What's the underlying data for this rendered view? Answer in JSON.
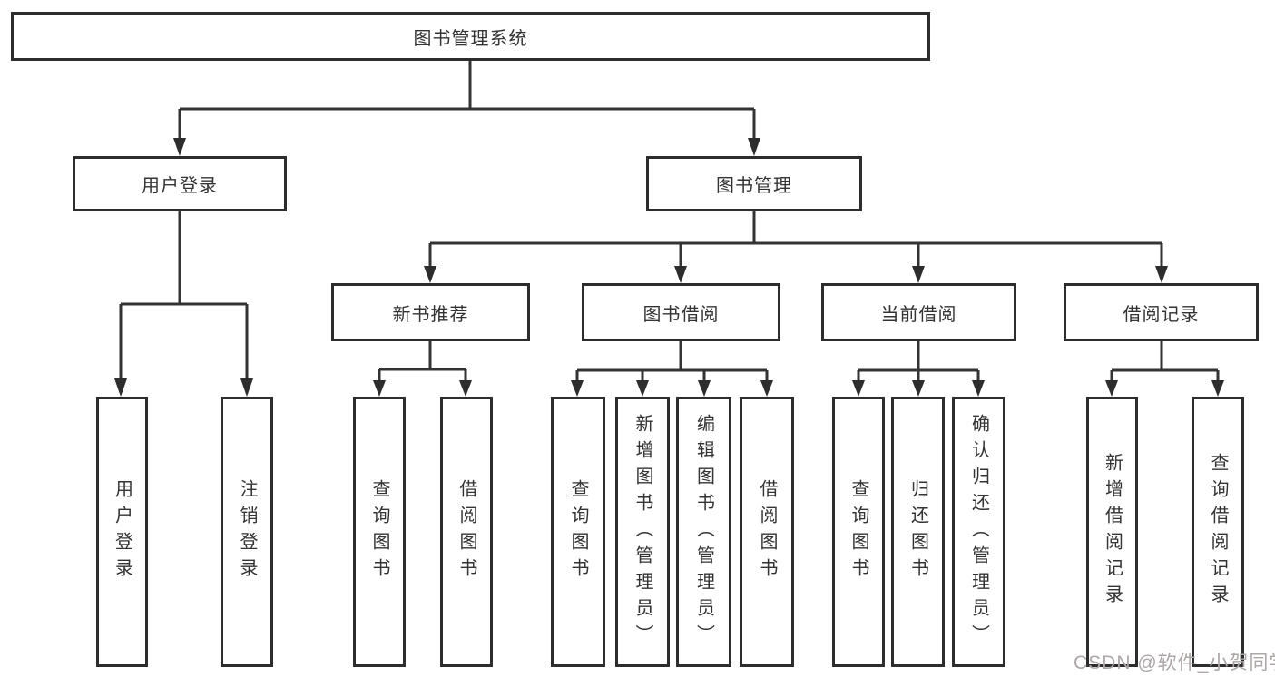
{
  "watermark": "CSDN @软件_小贺同学",
  "colors": {
    "line": "#333333",
    "box_border": "#2d2d2d",
    "text": "#333333",
    "watermark": "#ada7a7",
    "background": "#ffffff"
  },
  "tree": {
    "label": "图书管理系统",
    "children": [
      {
        "label": "用户登录",
        "children": [
          {
            "label": "用户登录"
          },
          {
            "label": "注销登录"
          }
        ]
      },
      {
        "label": "图书管理",
        "children": [
          {
            "label": "新书推荐",
            "children": [
              {
                "label": "查询图书"
              },
              {
                "label": "借阅图书"
              }
            ]
          },
          {
            "label": "图书借阅",
            "children": [
              {
                "label": "查询图书"
              },
              {
                "label": "新增图书（管理员）"
              },
              {
                "label": "编辑图书（管理员）"
              },
              {
                "label": "借阅图书"
              }
            ]
          },
          {
            "label": "当前借阅",
            "children": [
              {
                "label": "查询图书"
              },
              {
                "label": "归还图书"
              },
              {
                "label": "确认归还（管理员）"
              }
            ]
          },
          {
            "label": "借阅记录",
            "children": [
              {
                "label": "新增借阅记录"
              },
              {
                "label": "查询借阅记录"
              }
            ]
          }
        ]
      }
    ]
  }
}
